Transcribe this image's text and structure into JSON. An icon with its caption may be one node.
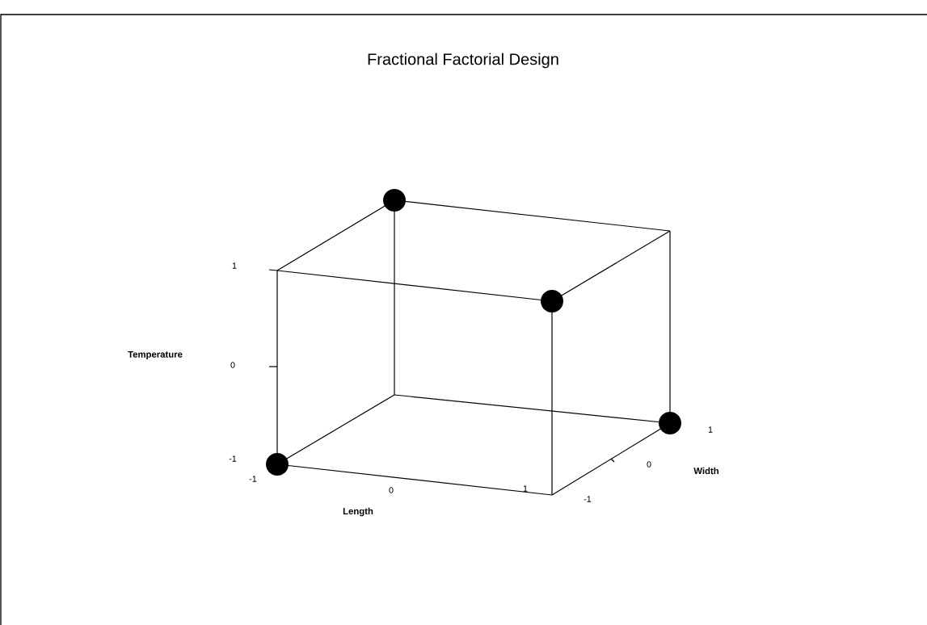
{
  "diagram": {
    "title": "Fractional Factorial Design",
    "labels": [
      "1",
      "Temperature",
      "0",
      "1",
      "-1",
      "0",
      "Width",
      "-1",
      "0",
      "1",
      "-1",
      "Length"
    ]
  }
}
